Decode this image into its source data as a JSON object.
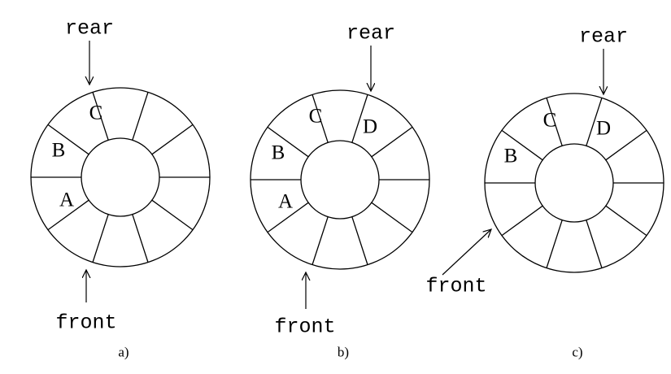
{
  "diagrams": [
    {
      "id": "a",
      "caption": "a)",
      "rear_label": "rear",
      "front_label": "front",
      "cells": [
        "A",
        "B",
        "C",
        "",
        "",
        "",
        "",
        "",
        "",
        ""
      ]
    },
    {
      "id": "b",
      "caption": "b)",
      "rear_label": "rear",
      "front_label": "front",
      "cells": [
        "A",
        "B",
        "C",
        "D",
        "",
        "",
        "",
        "",
        "",
        ""
      ]
    },
    {
      "id": "c",
      "caption": "c)",
      "rear_label": "rear",
      "front_label": "front",
      "cells": [
        "",
        "B",
        "C",
        "D",
        "",
        "",
        "",
        "",
        "",
        ""
      ]
    }
  ]
}
